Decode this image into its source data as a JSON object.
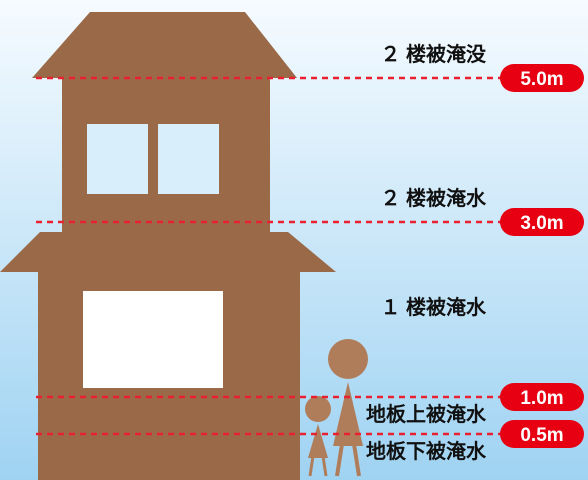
{
  "colors": {
    "sky_top": "#f6fbff",
    "sky_bottom": "#9fd3f2",
    "house": "#9a6a48",
    "window": "#d8eefb",
    "window_lower": "#ffffff",
    "figure": "#b07d5a",
    "dash_line": "#e8202f",
    "badge": "#e60012",
    "badge_text": "#ffffff"
  },
  "levels": [
    {
      "label": "２ 楼被淹没",
      "depth": "5.0m"
    },
    {
      "label": "２ 楼被淹水",
      "depth": "3.0m"
    },
    {
      "label": "１ 楼被淹水",
      "depth": ""
    },
    {
      "label": "地板上被淹水",
      "depth": "1.0m"
    },
    {
      "label": "地板下被淹水",
      "depth": "0.5m"
    }
  ]
}
